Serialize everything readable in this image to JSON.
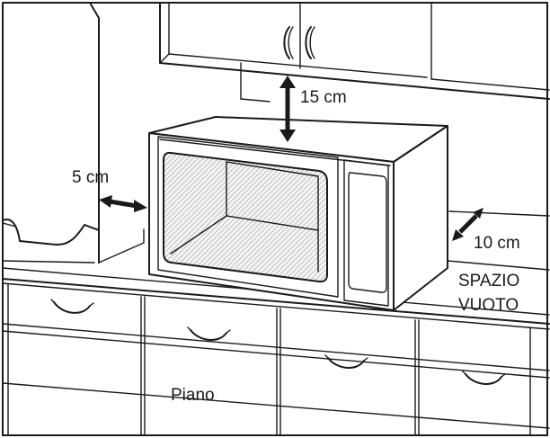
{
  "labels": {
    "top_clearance": "15 cm",
    "side_clearance": "5 cm",
    "rear_clearance": "10 cm",
    "empty_space_line1": "SPAZIO",
    "empty_space_line2": "VUOTO",
    "counter": "Piano"
  }
}
